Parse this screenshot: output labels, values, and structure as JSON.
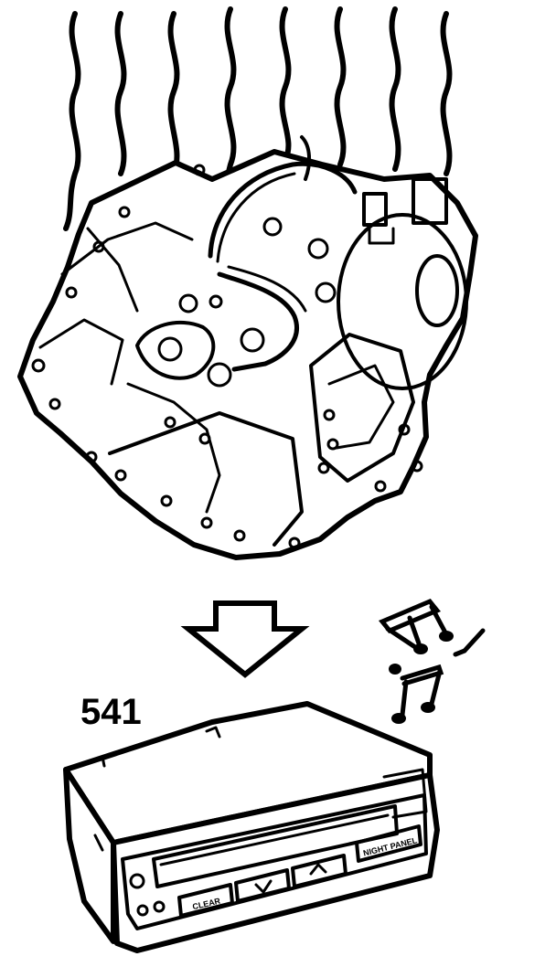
{
  "figure": {
    "reference_number": "541",
    "display_unit": {
      "buttons": {
        "clear": "CLEAR",
        "night_panel": "NIGHT PANEL"
      }
    },
    "icons": [
      "heat-waves-icon",
      "transmission-icon",
      "down-arrow-icon",
      "music-notes-icon",
      "display-unit-icon"
    ],
    "colors": {
      "ink": "#000000",
      "paper": "#ffffff"
    }
  }
}
